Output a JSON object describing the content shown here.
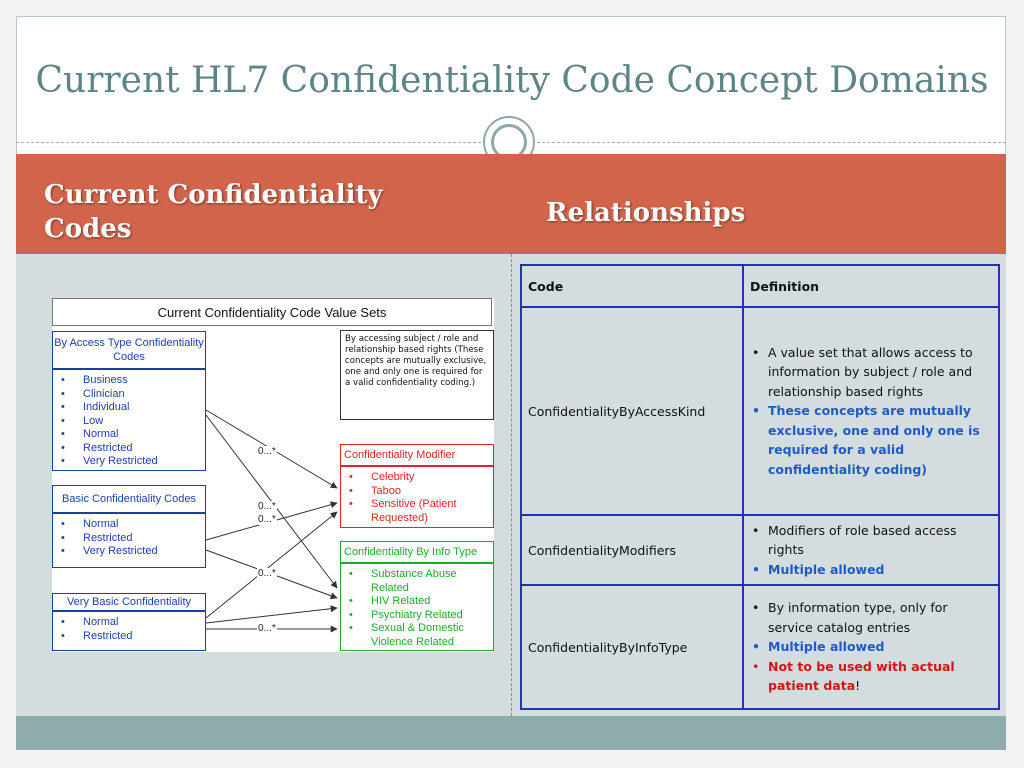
{
  "slide": {
    "title": "Current HL7 Confidentiality Code Concept Domains",
    "left_heading": "Current Confidentiality Codes",
    "right_heading": "Relationships"
  },
  "diagram": {
    "title": "Current Confidentiality Code Value Sets",
    "by_access": {
      "header": "By Access Type Confidentiality Codes",
      "items": [
        "Business",
        "Clinician",
        "Individual",
        "Low",
        "Normal",
        "Restricted",
        "Very Restricted"
      ]
    },
    "basic": {
      "header": "Basic Confidentiality Codes",
      "items": [
        "Normal",
        "Restricted",
        "Very Restricted"
      ]
    },
    "very_basic": {
      "header": "Very Basic Confidentiality",
      "items": [
        "Normal",
        "Restricted"
      ]
    },
    "note": "By accessing subject / role and relationship based rights (These concepts are mutually exclusive, one and only one is required for a valid confidentiality coding.)",
    "modifier": {
      "header": "Confidentiality Modifier",
      "items": [
        "Celebrity",
        "Taboo",
        "Sensitive (Patient Requested)"
      ]
    },
    "by_info": {
      "header": "Confidentiality By Info Type",
      "items": [
        "Substance Abuse Related",
        "HIV Related",
        "Psychiatry Related",
        "Sexual & Domestic Violence Related"
      ]
    },
    "multiplicity": "0...*"
  },
  "table": {
    "headers": {
      "code": "Code",
      "definition": "Definition"
    },
    "rows": [
      {
        "code": "ConfidentialityByAccessKind",
        "bullets": [
          "A value set that allows access to information by subject / role and relationship based rights",
          "These concepts are mutually exclusive, one and only one is required for a valid confidentiality coding)"
        ]
      },
      {
        "code": "ConfidentialityModifiers",
        "bullets": [
          "Modifiers of role based access rights",
          "Multiple allowed"
        ]
      },
      {
        "code": "ConfidentialityByInfoType",
        "bullets": [
          "By information type, only for service catalog entries",
          "Multiple allowed"
        ],
        "warning": "Not to be used with actual patient data",
        "warning_suffix": "!"
      }
    ]
  },
  "colors": {
    "band": "#d2644b",
    "title": "#5d8589",
    "blue": "#1f5bc4",
    "red": "#e01010",
    "green": "#1faa2a"
  }
}
